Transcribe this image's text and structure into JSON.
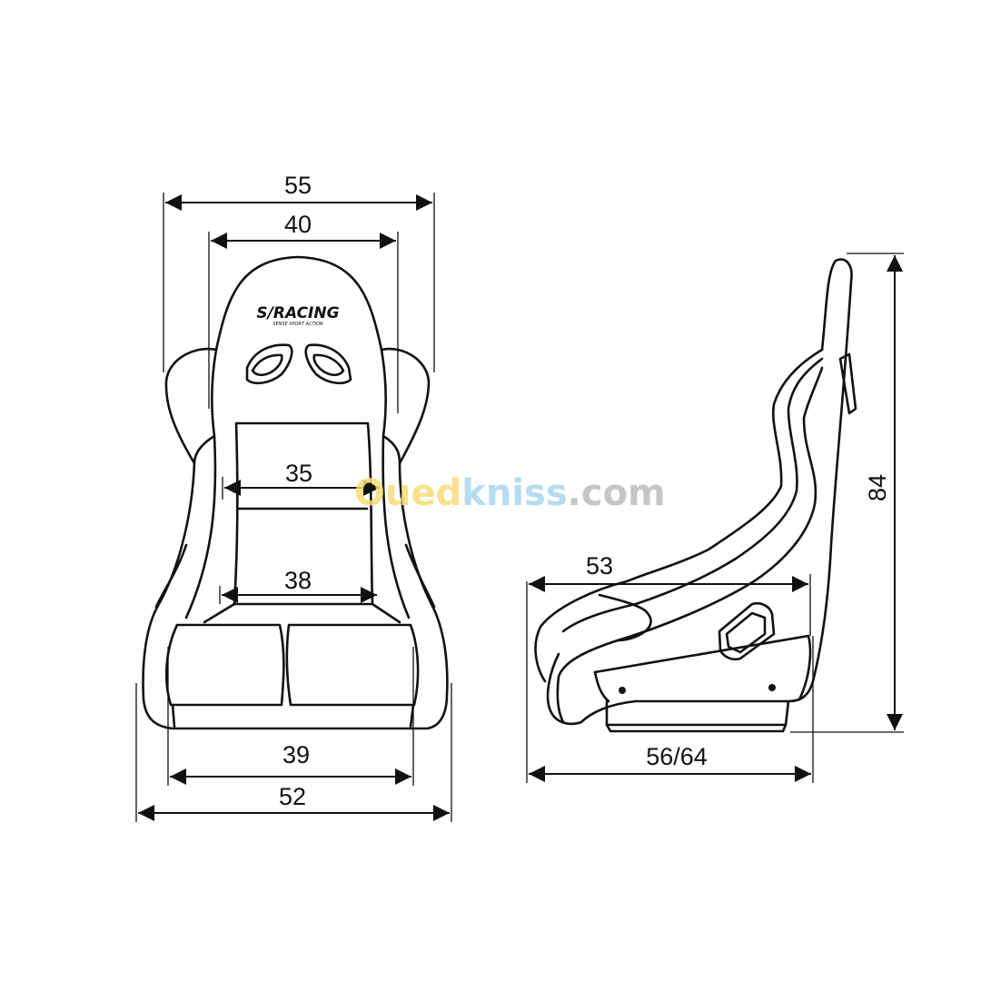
{
  "front_view": {
    "dimensions": {
      "overall_top_width": "55",
      "headrest_width": "40",
      "backrest_upper_width": "35",
      "backrest_lower_width": "38",
      "seat_cushion_width": "39",
      "overall_bottom_width": "52"
    },
    "logo": {
      "brand": "S/RACING",
      "tagline": "SENSE SPORT ACTION"
    }
  },
  "side_view": {
    "dimensions": {
      "seat_depth": "53",
      "overall_depth": "56/64",
      "overall_height": "84"
    }
  },
  "watermark": {
    "part1": "Oued",
    "part2": "kniss",
    "part3": ".com",
    "colors": {
      "part1": "#f6dc7a",
      "part2": "#a9d6ee",
      "part3": "#bdbdbd"
    }
  }
}
